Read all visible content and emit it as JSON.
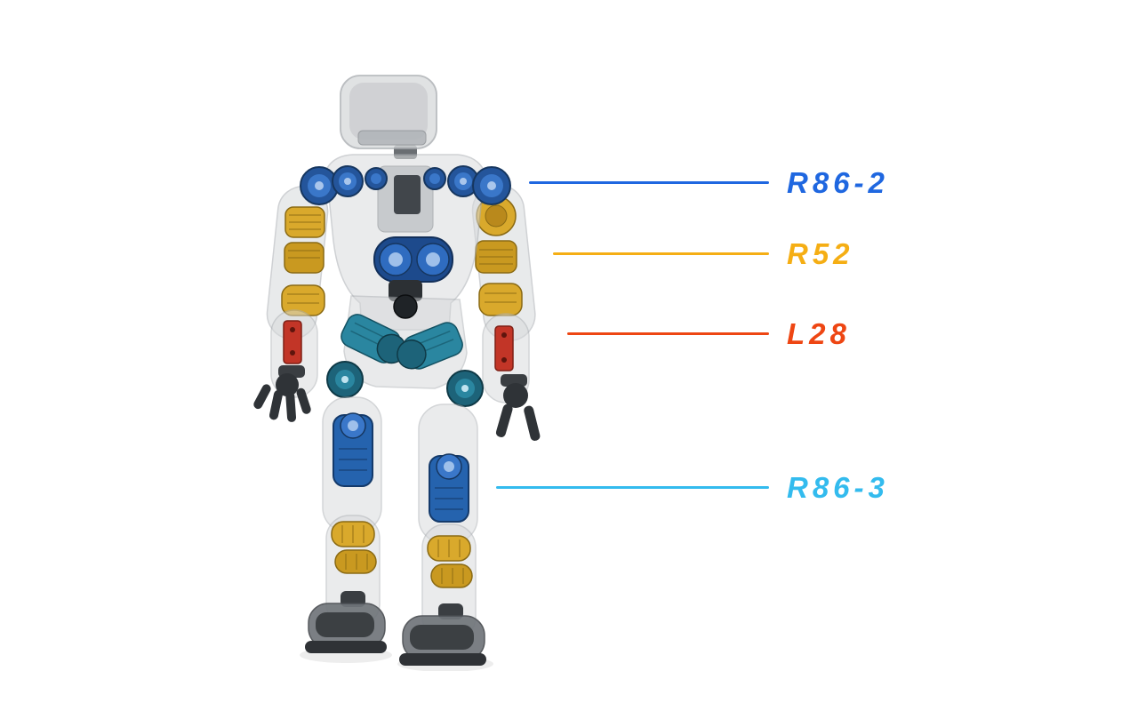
{
  "annotations": [
    {
      "label": "R86-2",
      "color": "#1f67e0"
    },
    {
      "label": "R52",
      "color": "#f5ae14"
    },
    {
      "label": "L28",
      "color": "#ee4613"
    },
    {
      "label": "R86-3",
      "color": "#33bbee"
    }
  ]
}
